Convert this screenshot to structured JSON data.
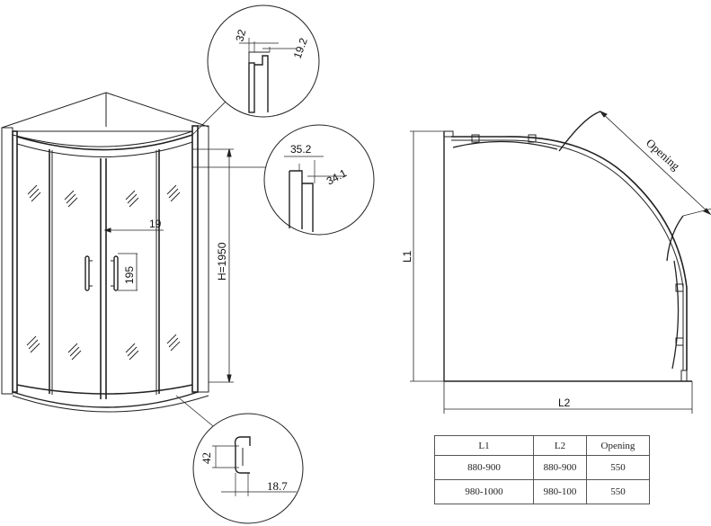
{
  "profile_top": {
    "width": "32",
    "depth": "19.2"
  },
  "profile_side": {
    "width": "35.2",
    "depth": "34.1"
  },
  "profile_bottom": {
    "height": "42",
    "depth": "18.7"
  },
  "front_view": {
    "handle_gap": "19",
    "handle_height": "195",
    "height_label": "H=1950"
  },
  "plan_view": {
    "opening_label": "Opening",
    "l1_label": "L1",
    "l2_label": "L2"
  },
  "spec_table": {
    "headers": [
      "L1",
      "L2",
      "Opening"
    ],
    "rows": [
      [
        "880-900",
        "880-900",
        "550"
      ],
      [
        "980-1000",
        "980-100",
        "550"
      ]
    ]
  }
}
